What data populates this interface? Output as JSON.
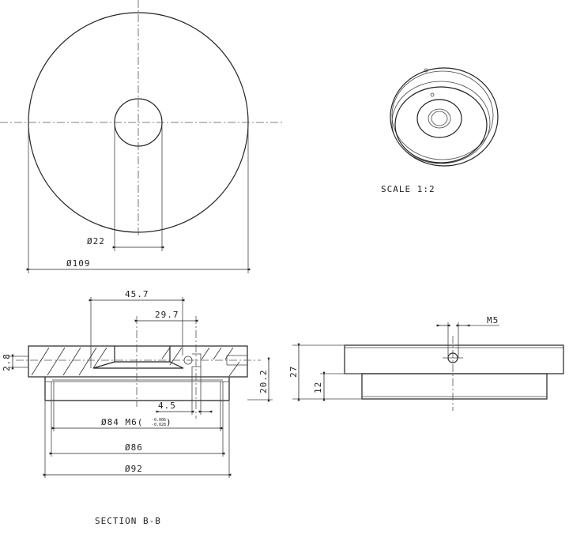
{
  "top_view": {
    "dia_inner": "Ø22",
    "dia_outer": "Ø109"
  },
  "section": {
    "title": "SECTION B-B",
    "dim_45_7": "45.7",
    "dim_29_7": "29.7",
    "dim_2_8": "2.8",
    "dim_20_2": "20.2",
    "dim_4_5": "4.5",
    "dia_84": "Ø84 M6(",
    "tol_upper": "-0.006",
    "tol_lower": "-0.028",
    "tol_close": ")",
    "dia_86": "Ø86",
    "dia_92": "Ø92"
  },
  "side_view": {
    "thread": "M5",
    "height_total": "27",
    "height_boss": "12"
  },
  "iso_view": {
    "scale": "SCALE 1:2"
  }
}
